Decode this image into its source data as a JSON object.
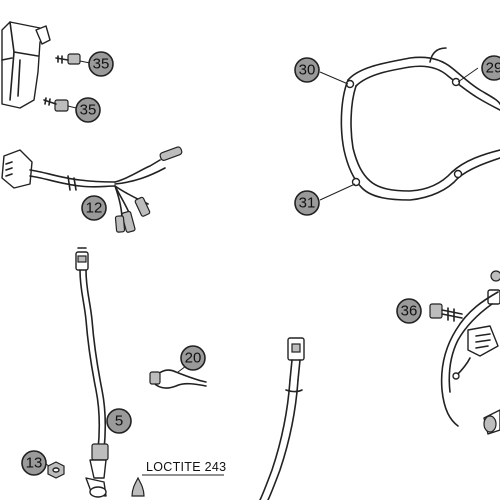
{
  "diagram": {
    "callouts": [
      {
        "id": "c35a",
        "label": "35"
      },
      {
        "id": "c35b",
        "label": "35"
      },
      {
        "id": "c12",
        "label": "12"
      },
      {
        "id": "c30",
        "label": "30"
      },
      {
        "id": "c29",
        "label": "29"
      },
      {
        "id": "c31",
        "label": "31"
      },
      {
        "id": "c20",
        "label": "20"
      },
      {
        "id": "c5",
        "label": "5"
      },
      {
        "id": "c13",
        "label": "13"
      },
      {
        "id": "c36",
        "label": "36"
      }
    ],
    "notes": {
      "loctite": "LOCTITE 243"
    }
  }
}
